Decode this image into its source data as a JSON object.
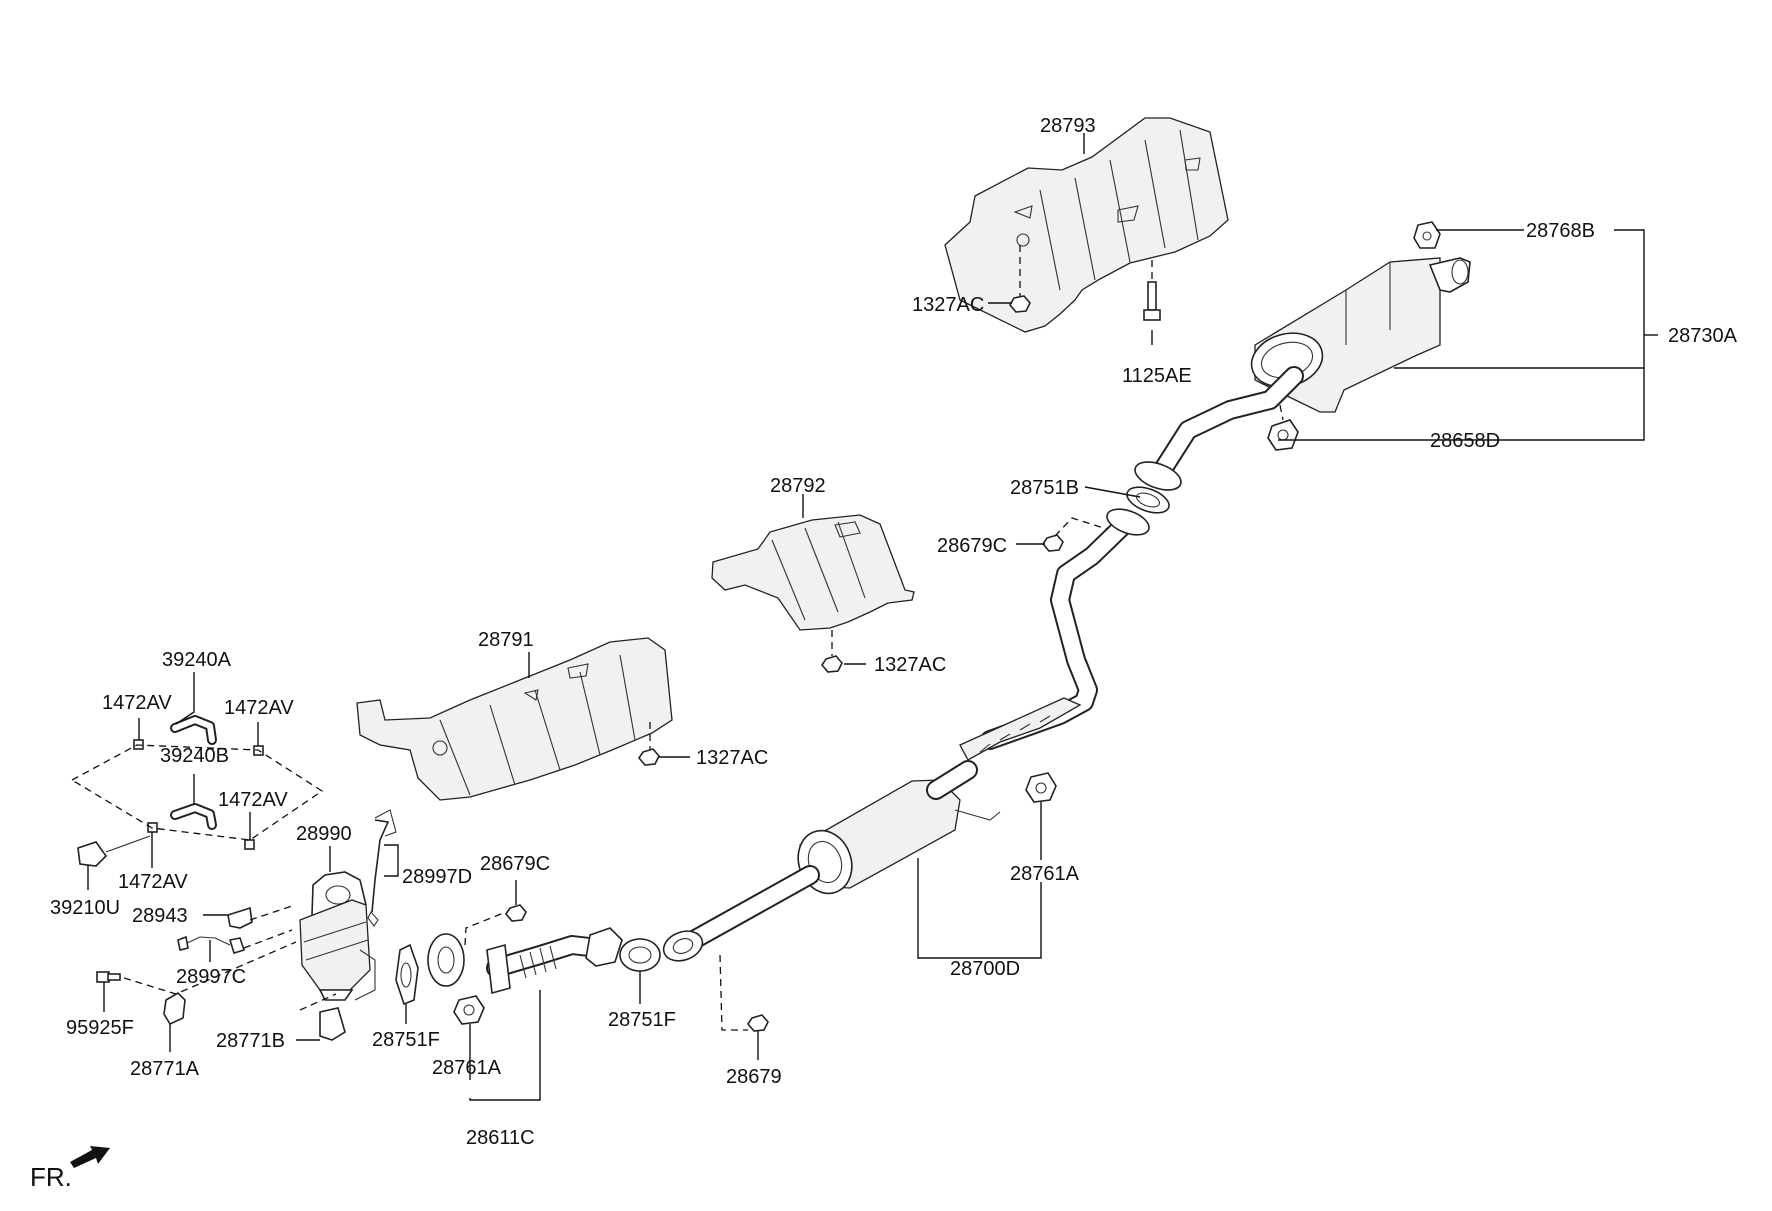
{
  "diagram": {
    "direction_label": "FR.",
    "callouts": {
      "heat_shield_rear": "28793",
      "nut_rear_shield": "1327AC",
      "bolt_rear_shield": "1125AE",
      "hanger_rubber_top": "28768B",
      "rear_muffler_assy": "28730A",
      "hanger_rubber_bottom": "28658D",
      "gasket_rear": "28751B",
      "nut_rear_joint": "28679C",
      "heat_shield_center": "28792",
      "nut_center_shield": "1327AC",
      "heat_shield_front": "28791",
      "nut_front_shield": "1327AC",
      "hose_a": "39240A",
      "clamp_1": "1472AV",
      "clamp_2": "1472AV",
      "hose_b": "39240B",
      "clamp_3": "1472AV",
      "clamp_4": "1472AV",
      "sensor": "39210U",
      "catalytic_converter": "28990",
      "oxygen_sensor_d": "28997D",
      "nut_front_joint": "28679C",
      "bracket": "28943",
      "oxygen_sensor_c": "28997C",
      "bolt": "95925F",
      "stay_a": "28771A",
      "stay_b": "28771B",
      "gasket_front": "28751F",
      "gasket_mid": "28751F",
      "hanger_front": "28761A",
      "front_pipe": "28611C",
      "nut_center": "28679",
      "hanger_center": "28761A",
      "center_muffler_assy": "28700D"
    }
  }
}
